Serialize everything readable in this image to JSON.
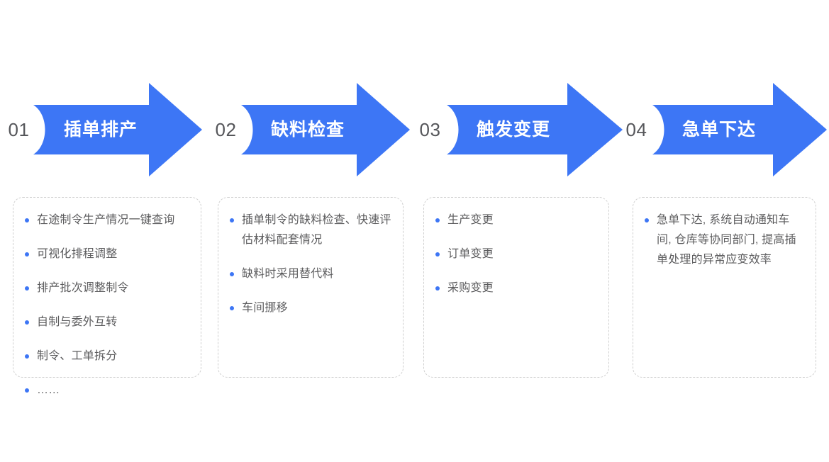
{
  "meta": {
    "accent_color": "#3d76f5",
    "bullet_color": "#3d76f5",
    "number_color": "#55565a",
    "body_text_color": "#5c5c5e",
    "card_border_color": "#cfcfcf",
    "background_color": "#ffffff"
  },
  "steps": [
    {
      "number": "01",
      "title": "插单排产",
      "items": [
        "在途制令生产情况一键查询",
        "可视化排程调整",
        "排产批次调整制令",
        "自制与委外互转",
        "制令、工单拆分",
        "……"
      ]
    },
    {
      "number": "02",
      "title": "缺料检查",
      "items": [
        "插单制令的缺料检查、快速评估材料配套情况",
        "缺料时采用替代料",
        "车间挪移"
      ]
    },
    {
      "number": "03",
      "title": "触发变更",
      "items": [
        "生产变更",
        "订单变更",
        "采购变更"
      ]
    },
    {
      "number": "04",
      "title": "急单下达",
      "items": [
        "急单下达, 系统自动通知车间, 仓库等协同部门, 提高插单处理的异常应变效率"
      ]
    }
  ]
}
